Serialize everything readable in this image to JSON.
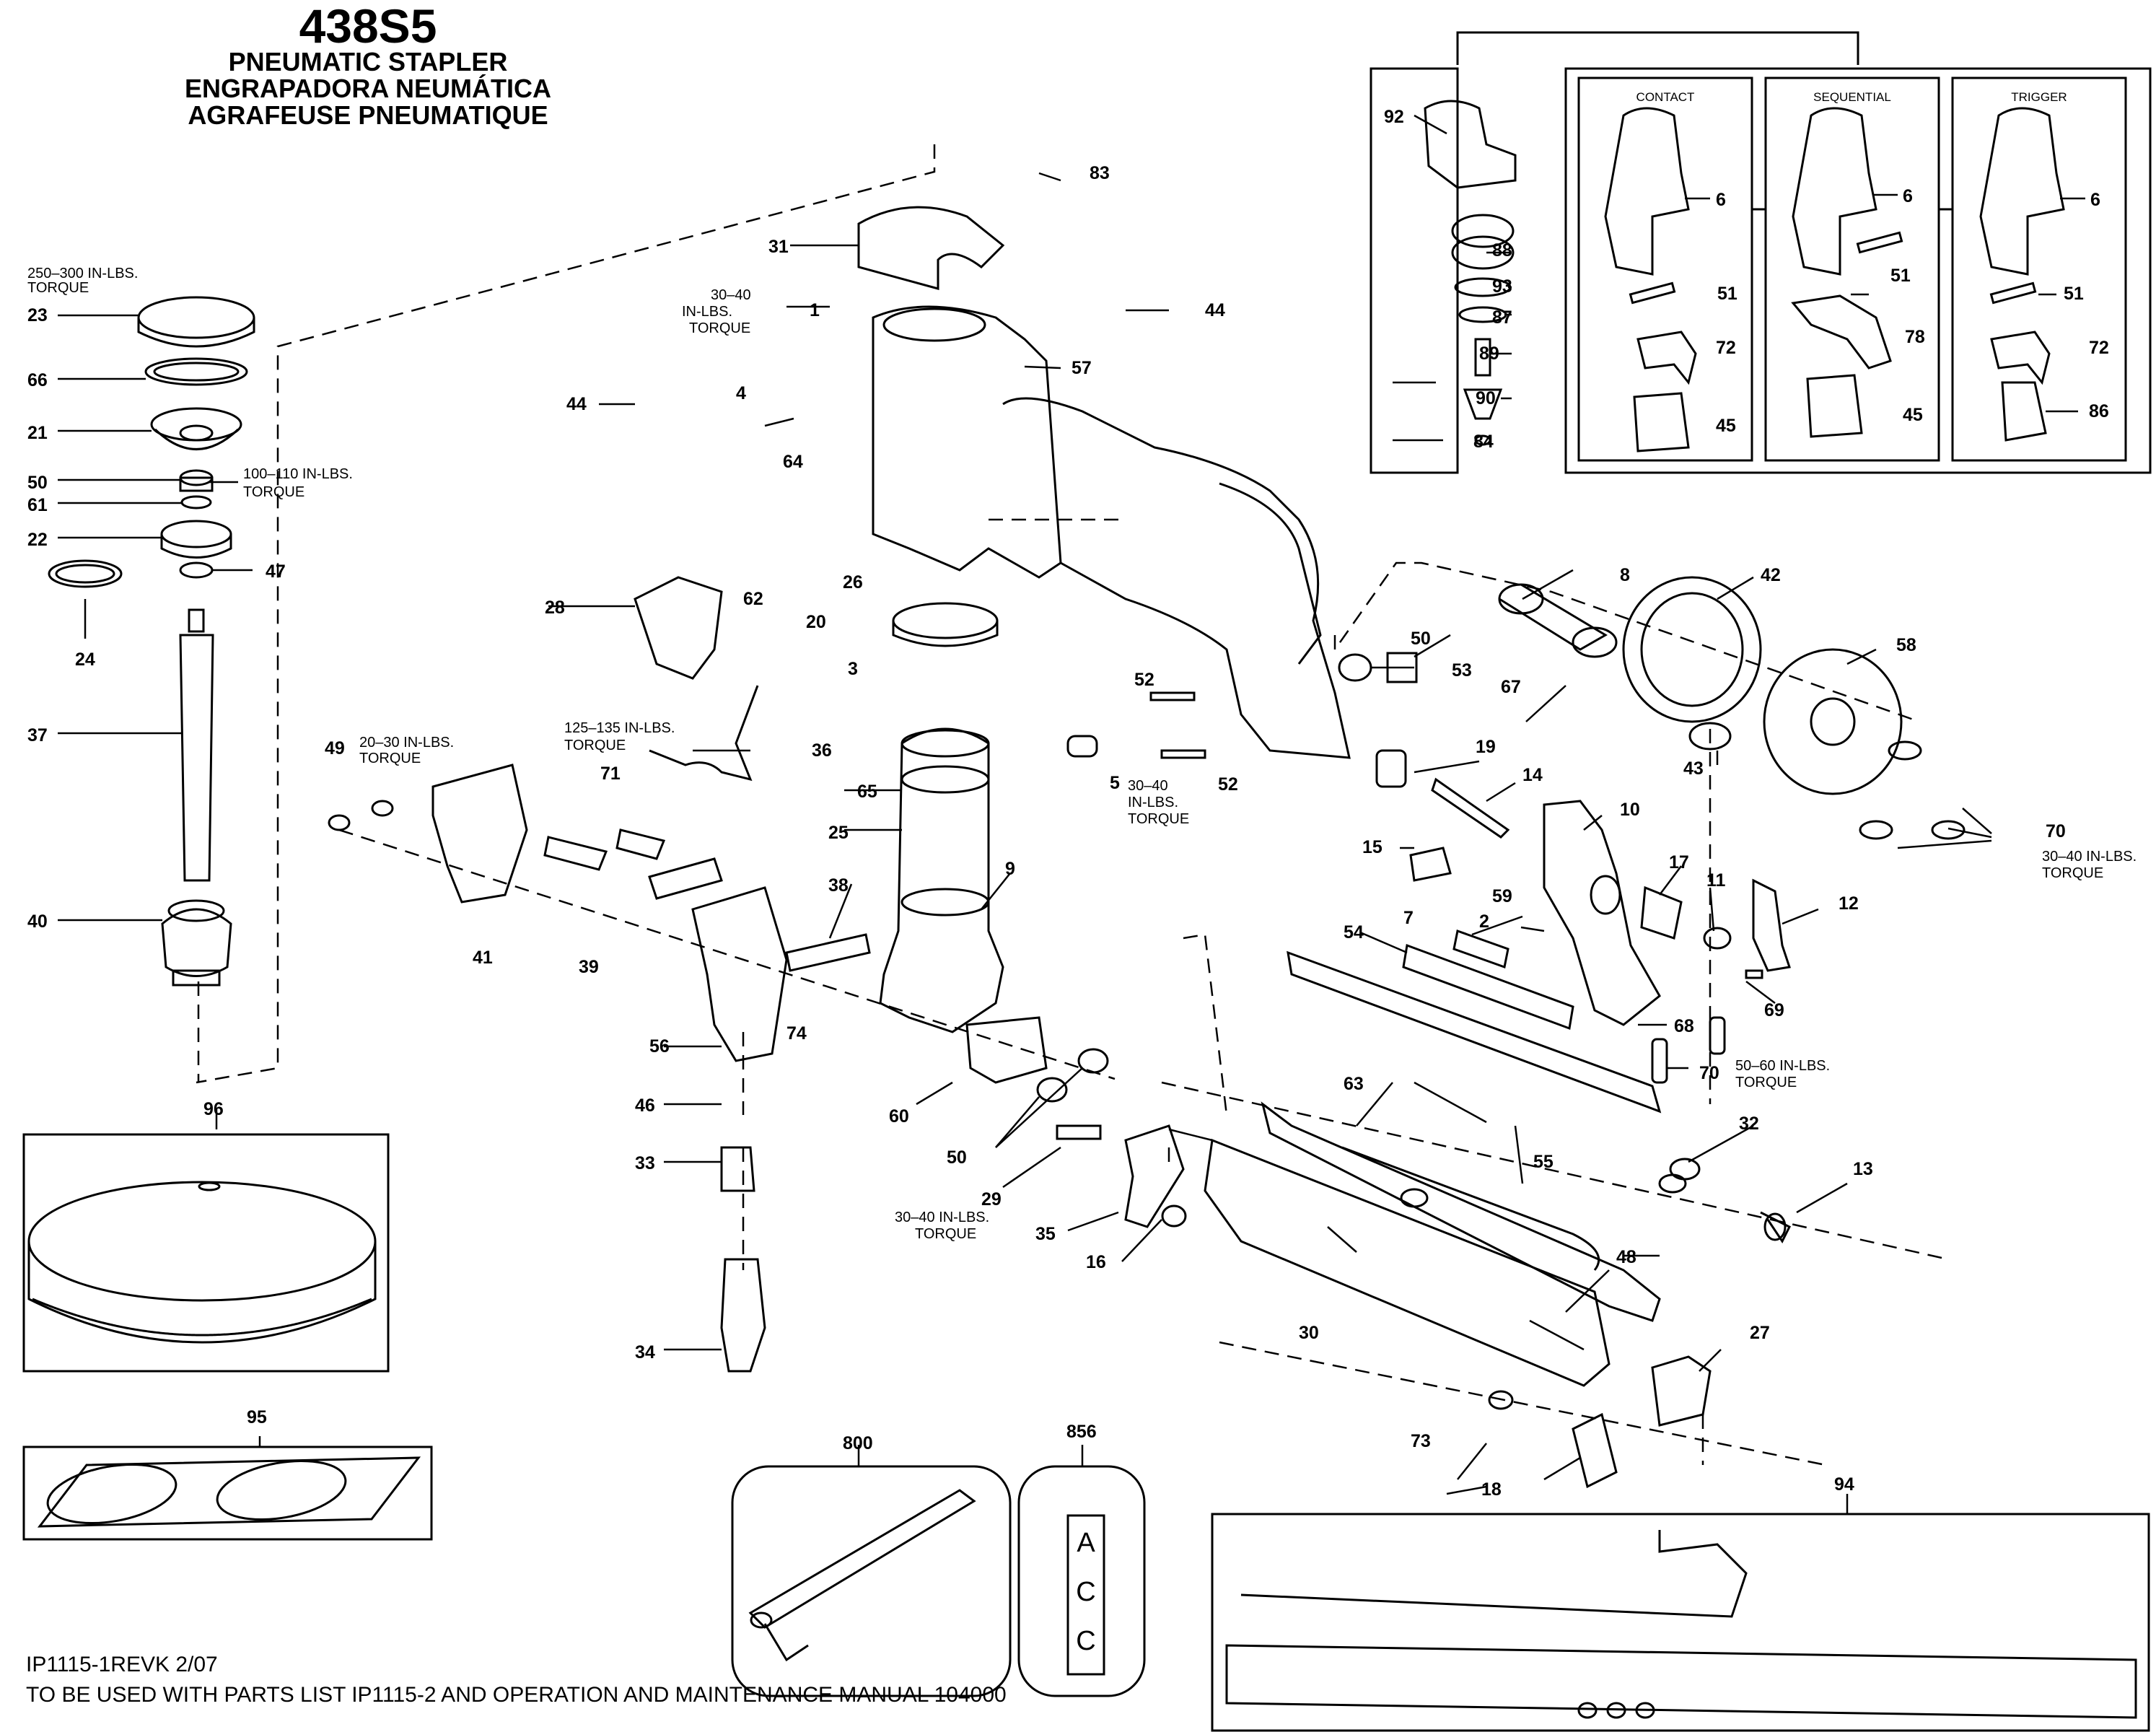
{
  "title": {
    "model": "438S5",
    "line_en": "PNEUMATIC STAPLER",
    "line_es": "ENGRAPADORA NEUMÁTICA",
    "line_fr": "AGRAFEUSE PNEUMATIQUE"
  },
  "notes": {
    "torque_250_300": [
      "250–300 IN-LBS.",
      "TORQUE"
    ],
    "torque_100_110": [
      "100–110 IN-LBS.",
      "TORQUE"
    ],
    "torque_30_40_top": [
      "30–40",
      "IN-LBS.",
      "TORQUE"
    ],
    "torque_20_30": [
      "20–30 IN-LBS.",
      "TORQUE"
    ],
    "torque_125_135": [
      "125–135 IN-LBS.",
      "TORQUE"
    ],
    "torque_30_40_mid": [
      "30–40",
      "IN-LBS.",
      "TORQUE"
    ],
    "torque_30_40_low": [
      "30–40 IN-LBS.",
      "TORQUE"
    ],
    "torque_30_40_right": [
      "30–40 IN-LBS.",
      "TORQUE"
    ],
    "torque_50_60": [
      "50–60 IN-LBS.",
      "TORQUE"
    ]
  },
  "trigger_panels": {
    "contact": "CONTACT",
    "sequential": "SEQUENTIAL",
    "trigger": "TRIGGER"
  },
  "parts": {
    "p1": "1",
    "p2": "2",
    "p3": "3",
    "p4": "4",
    "p5": "5",
    "p6a": "6",
    "p6b": "6",
    "p6c": "6",
    "p7": "7",
    "p8": "8",
    "p9": "9",
    "p10": "10",
    "p11": "11",
    "p12": "12",
    "p13": "13",
    "p14": "14",
    "p15": "15",
    "p16": "16",
    "p17": "17",
    "p18": "18",
    "p19": "19",
    "p20": "20",
    "p21": "21",
    "p22": "22",
    "p23": "23",
    "p24": "24",
    "p25": "25",
    "p26": "26",
    "p27": "27",
    "p28": "28",
    "p29": "29",
    "p30": "30",
    "p31": "31",
    "p32": "32",
    "p33": "33",
    "p34": "34",
    "p35": "35",
    "p36": "36",
    "p37": "37",
    "p38": "38",
    "p39": "39",
    "p40": "40",
    "p41": "41",
    "p42": "42",
    "p43": "43",
    "p44a": "44",
    "p44b": "44",
    "p45a": "45",
    "p45b": "45",
    "p46": "46",
    "p47": "47",
    "p48": "48",
    "p49": "49",
    "p50a": "50",
    "p50b": "50",
    "p50c": "50",
    "p51a": "51",
    "p51b": "51",
    "p51c": "51",
    "p52a": "52",
    "p52b": "52",
    "p53": "53",
    "p54": "54",
    "p55": "55",
    "p56": "56",
    "p57": "57",
    "p58": "58",
    "p59": "59",
    "p60": "60",
    "p61": "61",
    "p62": "62",
    "p63": "63",
    "p64": "64",
    "p65": "65",
    "p66": "66",
    "p67": "67",
    "p68": "68",
    "p69": "69",
    "p70a": "70",
    "p70b": "70",
    "p71": "71",
    "p72a": "72",
    "p72b": "72",
    "p73": "73",
    "p74": "74",
    "p78": "78",
    "p83": "83",
    "p84": "84",
    "p86": "86",
    "p87": "87",
    "p88": "88",
    "p89": "89",
    "p90": "90",
    "p92": "92",
    "p93": "93",
    "p94": "94",
    "p95": "95",
    "p96": "96",
    "p800": "800",
    "p856": "856"
  },
  "label_card": [
    "A",
    "C",
    "C"
  ],
  "footer": {
    "doc_id": "IP1115-1REVK 2/07",
    "usage": "TO BE USED WITH PARTS LIST IP1115-2 AND OPERATION AND MAINTENANCE MANUAL 104000"
  }
}
